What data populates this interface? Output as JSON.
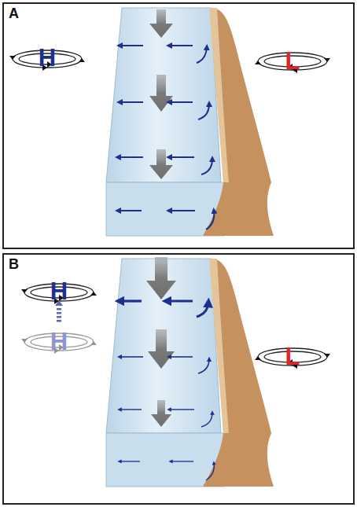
{
  "diagram": {
    "nodes": [
      {
        "text": [
          "A"
        ]
      },
      {
        "text": [
          "B"
        ]
      }
    ],
    "labels": [
      "H",
      "L",
      "H",
      "H",
      "L"
    ]
  }
}
